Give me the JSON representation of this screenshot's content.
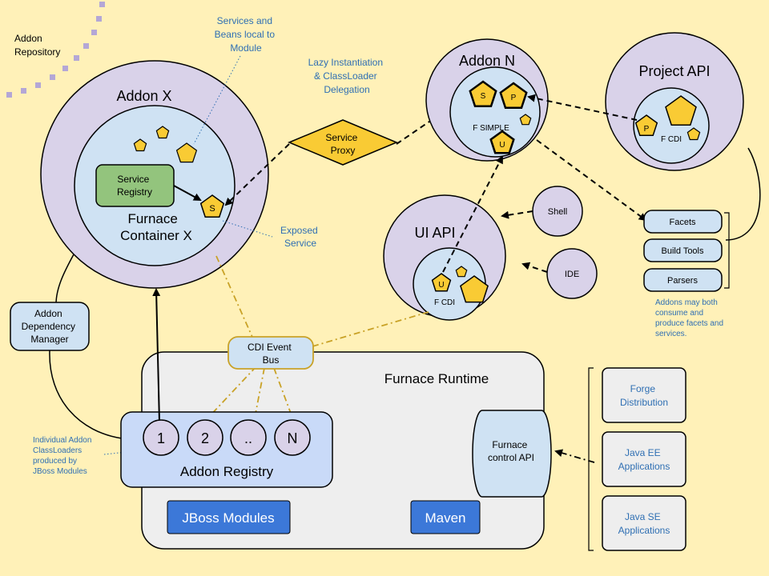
{
  "addon_repository": {
    "line1": "Addon",
    "line2": "Repository"
  },
  "addon_x": {
    "title": "Addon X",
    "container_line1": "Furnace",
    "container_line2": "Container X",
    "service_registry_line1": "Service",
    "service_registry_line2": "Registry",
    "exposed_glyph": "S"
  },
  "notes": {
    "services_beans": [
      "Services and",
      "Beans local to",
      "Module"
    ],
    "lazy": [
      "Lazy Instantiation",
      "& ClassLoader",
      "Delegation"
    ],
    "exposed": [
      "Exposed",
      "Service"
    ],
    "classloaders": [
      "Individual Addon",
      "ClassLoaders",
      "produced by",
      "JBoss Modules"
    ],
    "addons_may": [
      "Addons may both",
      "consume and",
      "produce facets and",
      "services."
    ]
  },
  "service_proxy": {
    "line1": "Service",
    "line2": "Proxy"
  },
  "addon_n": {
    "title": "Addon N",
    "inner_label": "F SIMPLE",
    "glyph_s": "S",
    "glyph_p": "P",
    "glyph_u": "U"
  },
  "project_api": {
    "title": "Project API",
    "inner_label": "F CDI",
    "glyph_p": "P"
  },
  "ui_api": {
    "title": "UI API",
    "inner_label": "F CDI",
    "glyph_u": "U"
  },
  "shell": {
    "label": "Shell"
  },
  "ide": {
    "label": "IDE"
  },
  "facets_list": {
    "items": [
      "Facets",
      "Build Tools",
      "Parsers"
    ]
  },
  "dependency_manager": {
    "line1": "Addon",
    "line2": "Dependency",
    "line3": "Manager"
  },
  "cdi_bus": {
    "line1": "CDI Event",
    "line2": "Bus"
  },
  "runtime": {
    "title": "Furnace Runtime",
    "registry_label": "Addon Registry",
    "slots": [
      "1",
      "2",
      "..",
      "N"
    ],
    "control_line1": "Furnace",
    "control_line2": "control API",
    "jboss": "JBoss Modules",
    "maven": "Maven"
  },
  "clients": [
    {
      "line1": "Forge",
      "line2": "Distribution"
    },
    {
      "line1": "Java EE",
      "line2": "Applications"
    },
    {
      "line1": "Java SE",
      "line2": "Applications"
    }
  ],
  "colors": {
    "background": "#fff1b8",
    "addon_circle": "#d9d2e9",
    "inner_circle": "#cfe2f3",
    "registry_box": "#93c47d",
    "pentagon": "#f9cb34",
    "note_text": "#2f6fb3",
    "runtime_bg": "#eeeeee",
    "button_blue": "#3c78d8",
    "dots": "#b4a7d6"
  }
}
